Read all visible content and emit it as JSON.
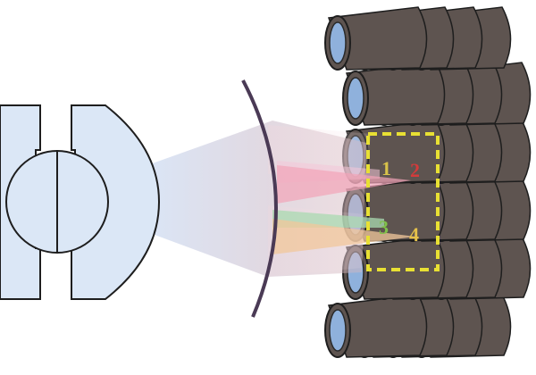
{
  "diagram": {
    "labels": [
      {
        "text": "1",
        "color": "#d8c24a"
      },
      {
        "text": "2",
        "color": "#d33b3b"
      },
      {
        "text": "3",
        "color": "#7fc04a"
      },
      {
        "text": "4",
        "color": "#e6c24a"
      }
    ],
    "colors": {
      "housing_fill": "#dbe7f6",
      "housing_stroke": "#1e1e1e",
      "tube_body": "#5e5450",
      "tube_outline": "#1e1e1e",
      "lens_fill": "#8fb1dc",
      "selection_box": "#e8e033",
      "arc": "#4a3a55",
      "beam_main": "#c9cfe6",
      "beam_1": "#f4c6d8",
      "beam_2": "#f2a4b8",
      "beam_3": "#a9d9b0",
      "beam_4": "#f1c79b"
    }
  }
}
